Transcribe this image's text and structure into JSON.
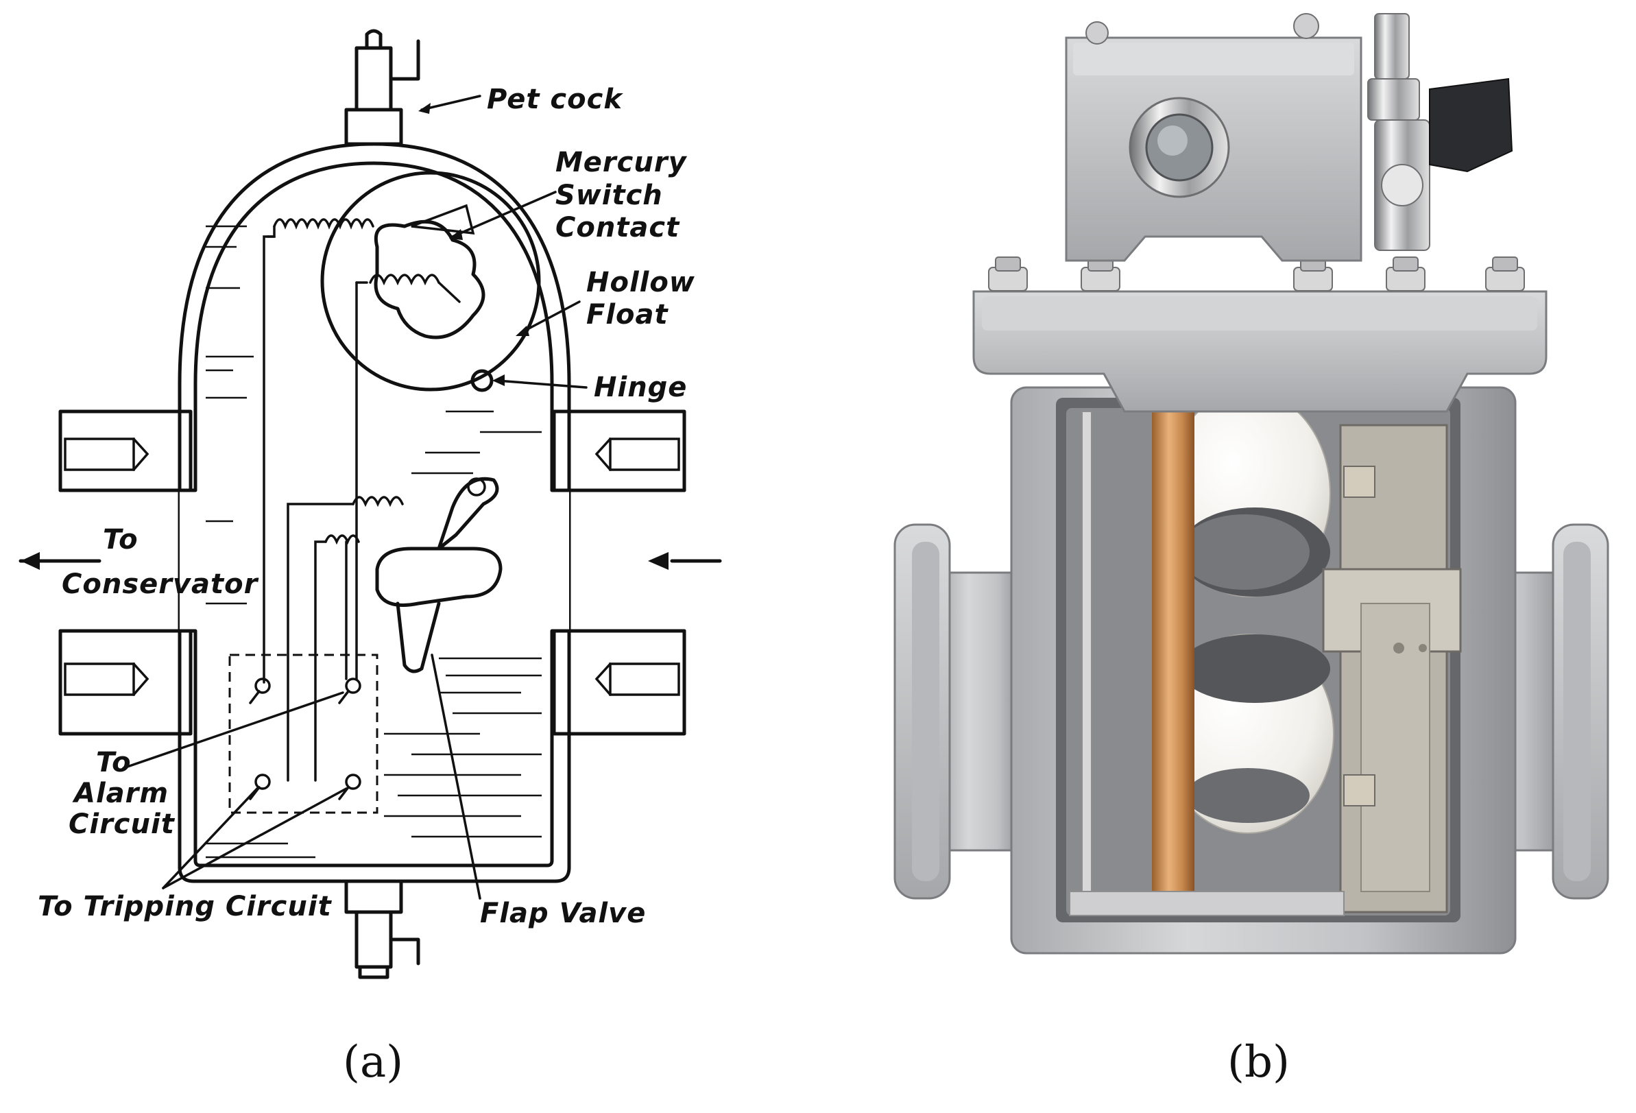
{
  "panel_a": {
    "labels": {
      "pet_cock": "Pet cock",
      "mercury": "Mercury",
      "switch": "Switch",
      "contact": "Contact",
      "hollow": "Hollow",
      "float": "Float",
      "hinge": "Hinge",
      "to_left": "To",
      "conservator": "Conservator",
      "to_alarm_1": "To",
      "to_alarm_2": "Alarm",
      "to_alarm_3": "Circuit",
      "tripping": "To Tripping  Circuit",
      "flap_valve": "Flap Valve"
    },
    "caption": "(a)"
  },
  "panel_b": {
    "caption": "(b)"
  },
  "colors": {
    "ink": "#111111",
    "aluminium": "#c9cacc",
    "aluminium_dark": "#8e8f92",
    "brass": "#c8894f",
    "float_white": "#f4f2ee"
  }
}
